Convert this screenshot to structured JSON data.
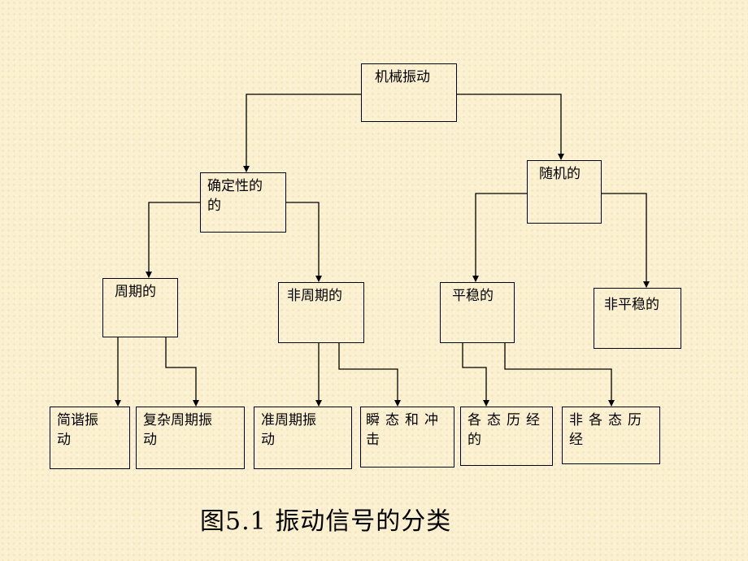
{
  "diagram": {
    "nodes": {
      "root": "机械振动",
      "deterministic": "确定性的\n的",
      "random": "随机的",
      "periodic": "周期的",
      "nonperiodic": "非周期的",
      "stationary": "平稳的",
      "nonstationary": "非平稳的",
      "harmonic": "简谐振\n动",
      "complex_periodic": "复杂周期振\n动",
      "quasi_periodic": "准周期振\n动",
      "transient": "瞬态和冲\n击",
      "ergodic": "各态历经\n的",
      "nonergodic": "非各态历\n经"
    },
    "caption": "图5.1  振动信号的分类"
  }
}
